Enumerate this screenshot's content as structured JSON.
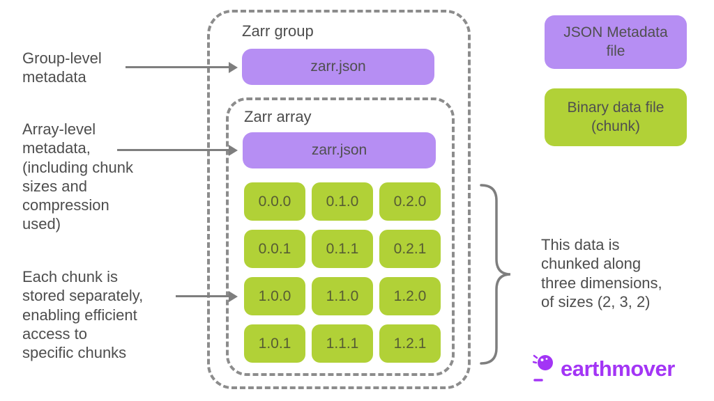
{
  "diagram": {
    "group_label": "Zarr group",
    "array_label": "Zarr array",
    "group_metadata_file": "zarr.json",
    "array_metadata_file": "zarr.json",
    "chunks": [
      [
        "0.0.0",
        "0.1.0",
        "0.2.0"
      ],
      [
        "0.0.1",
        "0.1.1",
        "0.2.1"
      ],
      [
        "1.0.0",
        "1.1.0",
        "1.2.0"
      ],
      [
        "1.0.1",
        "1.1.1",
        "1.2.1"
      ]
    ]
  },
  "annotations": {
    "group_metadata": "Group-level\nmetadata",
    "array_metadata": "Array-level\nmetadata,\n(including chunk\nsizes and\ncompression\nused)",
    "chunk_storage": "Each chunk is\nstored separately,\nenabling efficient\naccess to\nspecific chunks",
    "chunking_note": "This data is\nchunked along\nthree dimensions,\nof sizes (2, 3, 2)"
  },
  "legend": {
    "json_metadata": "JSON Metadata\nfile",
    "binary_data": "Binary data file\n(chunk)"
  },
  "logo": {
    "text": "earthmover"
  },
  "colors": {
    "purple": "#b68ef3",
    "green": "#b1d137",
    "dash": "#8c8c8c",
    "text": "#4d4d4d",
    "arrow": "#7e7e7e",
    "logo": "#a335f5"
  }
}
